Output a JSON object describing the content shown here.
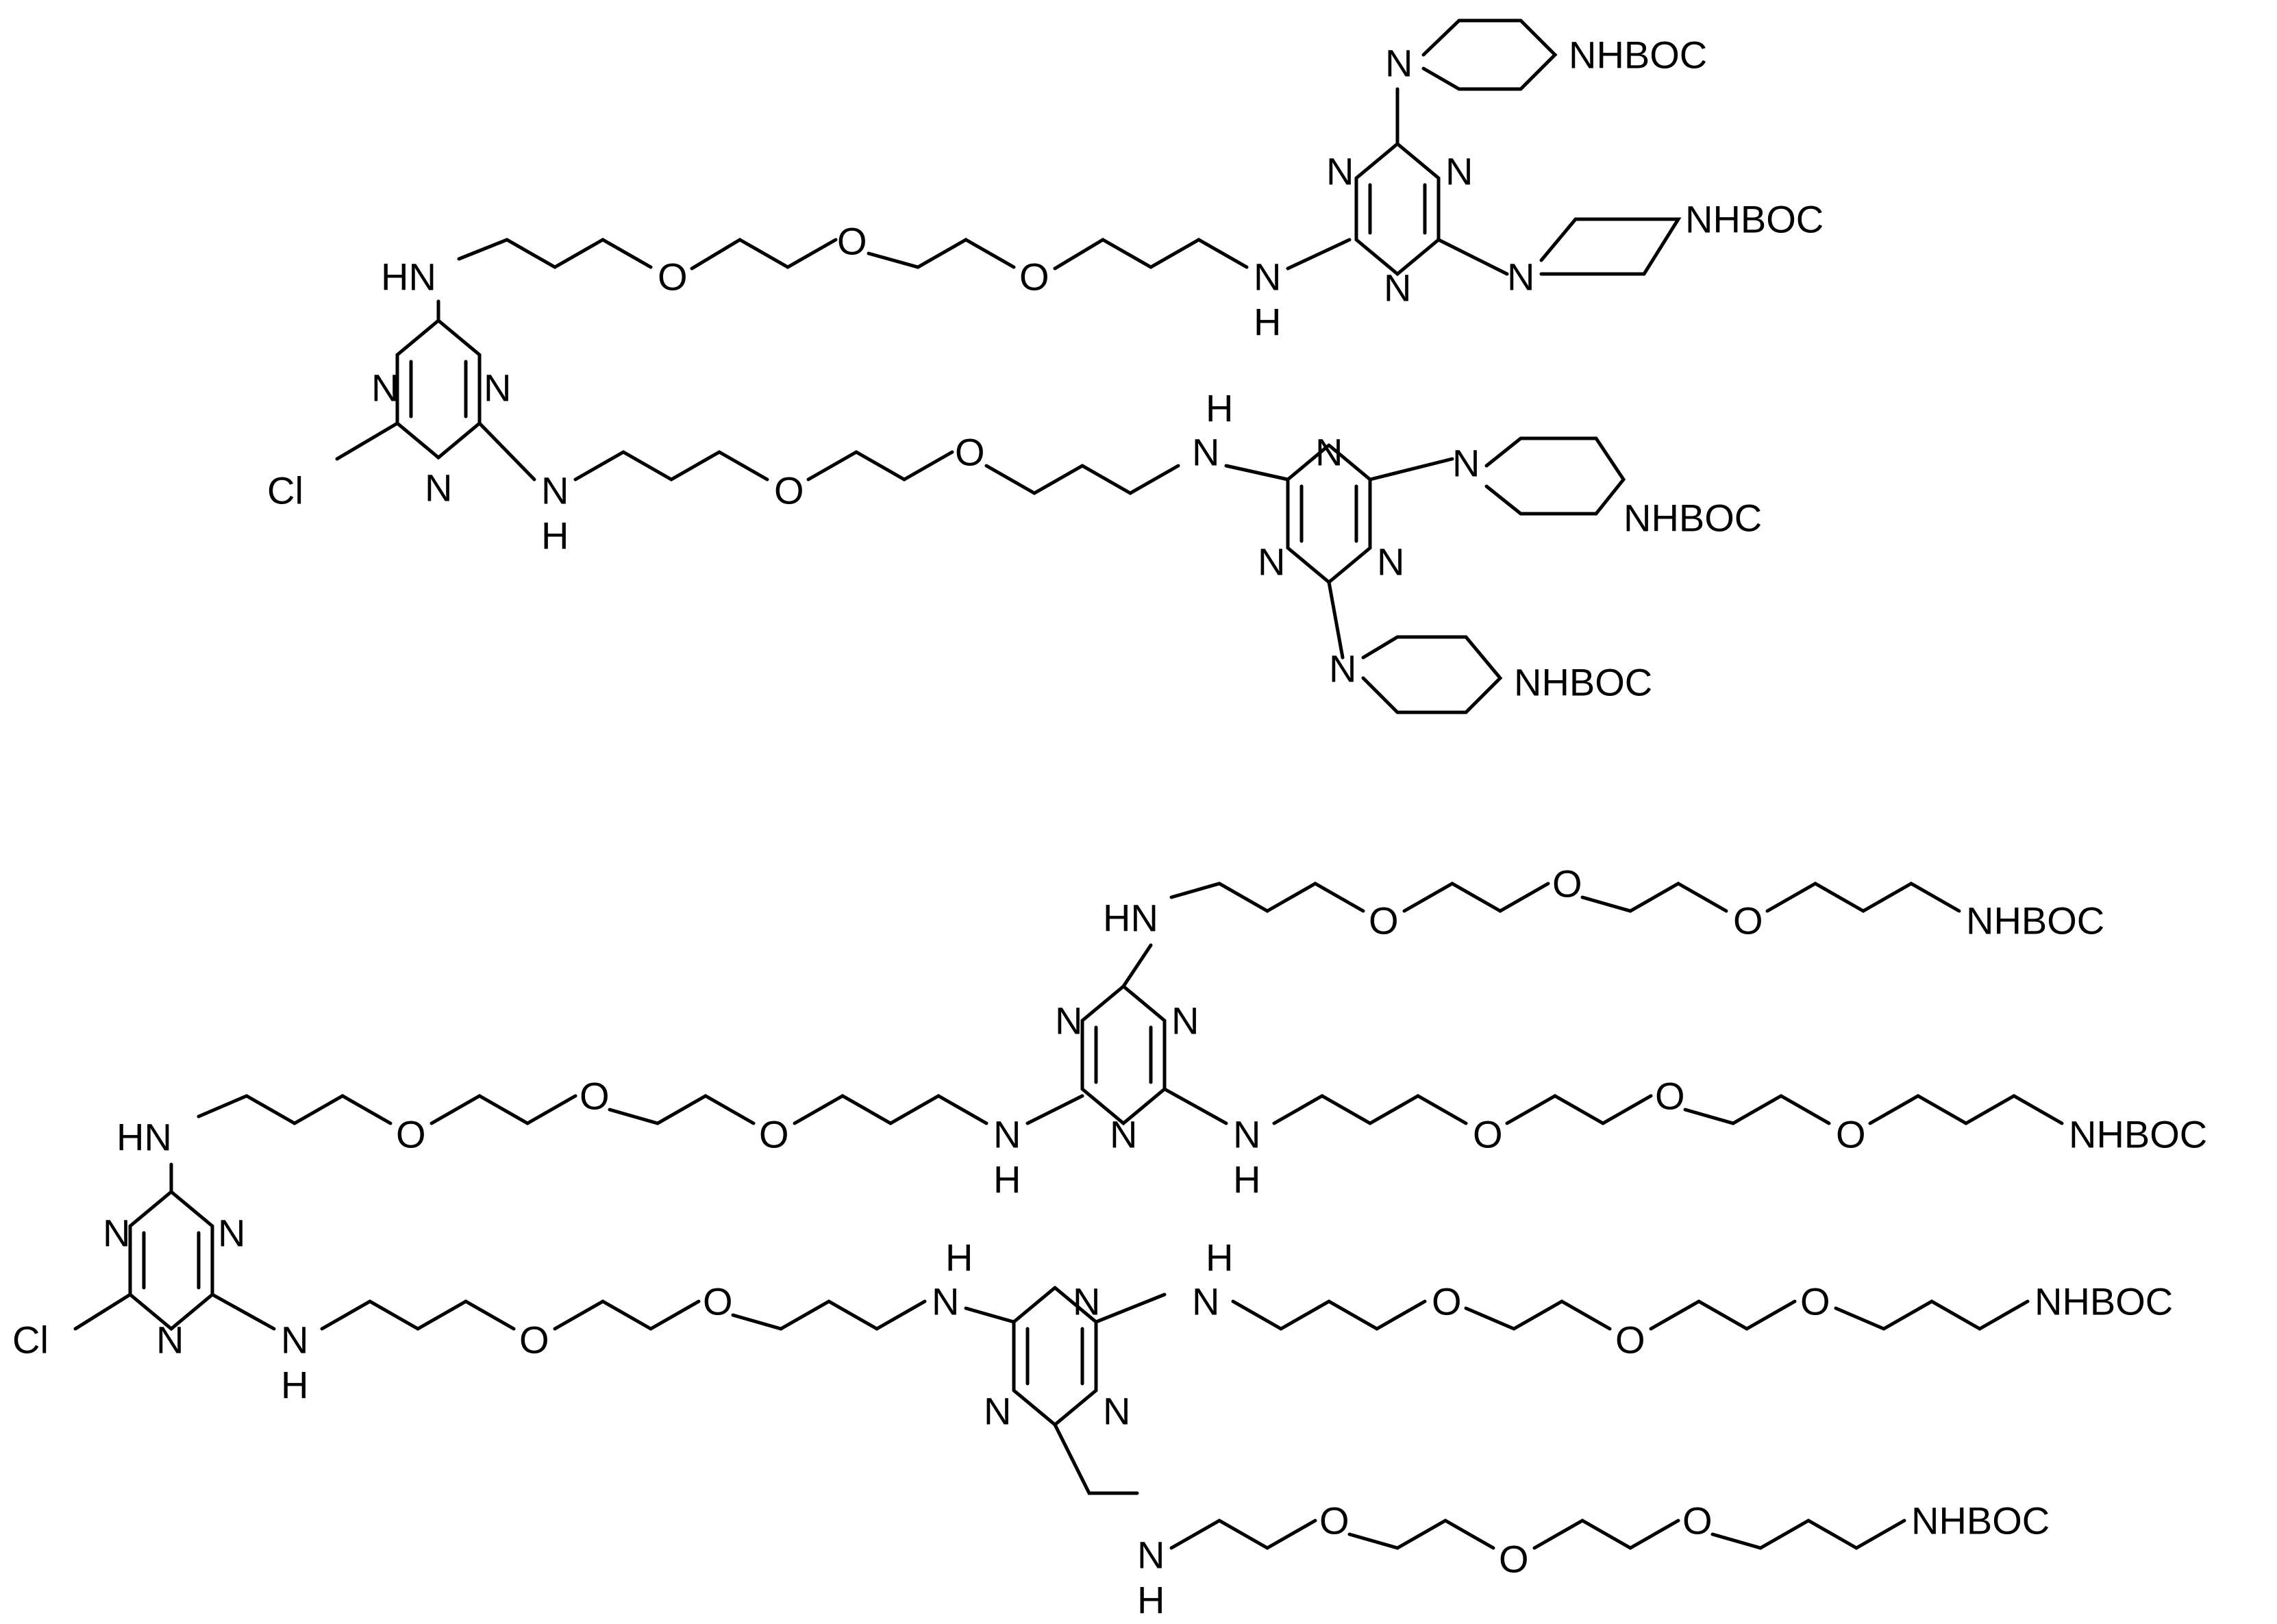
{
  "structures": [
    {
      "id": "top",
      "atoms": {
        "cl1": "Cl",
        "nh_link1": "HN",
        "nh_link2_n": "N",
        "nh_link2_h": "H",
        "o1": "O",
        "o2": "O",
        "o3": "O",
        "nh_mid1_n": "N",
        "nh_mid1_h": "H",
        "o4": "O",
        "o5": "O",
        "nh_mid2_n": "N",
        "nh_mid2_h": "H",
        "ring_n": "N",
        "pip1_n": "N",
        "pip1_boc": "NHBOC",
        "pip2_n": "N",
        "pip2_boc": "NHBOC",
        "pip3_n": "N",
        "pip3_boc": "NHBOC",
        "pip4_n": "N",
        "pip4_boc": "NHBOC"
      }
    },
    {
      "id": "bottom",
      "atoms": {
        "cl1": "Cl",
        "hn1": "HN",
        "n_h": "N",
        "h": "H",
        "o": "O",
        "hn_top": "HN",
        "nhboc": "NHBOC"
      }
    }
  ]
}
